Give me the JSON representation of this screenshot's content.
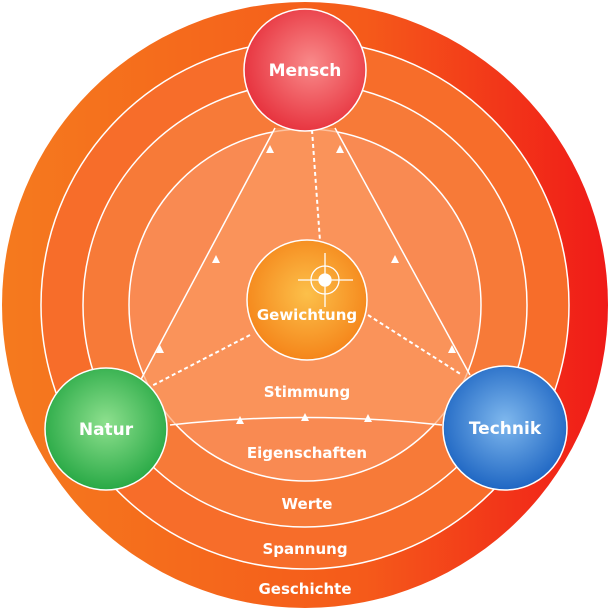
{
  "nodes": {
    "top": "Mensch",
    "left": "Natur",
    "right": "Technik",
    "center": "Gewichtung"
  },
  "rings": [
    "Stimmung",
    "Eigenschaften",
    "Werte",
    "Spannung",
    "Geschichte"
  ],
  "colors": {
    "outer": "#f4571a",
    "mensch": "#ee3a40",
    "natur": "#2fb24a",
    "technik": "#1f6fc9",
    "center": "#f7941d"
  }
}
